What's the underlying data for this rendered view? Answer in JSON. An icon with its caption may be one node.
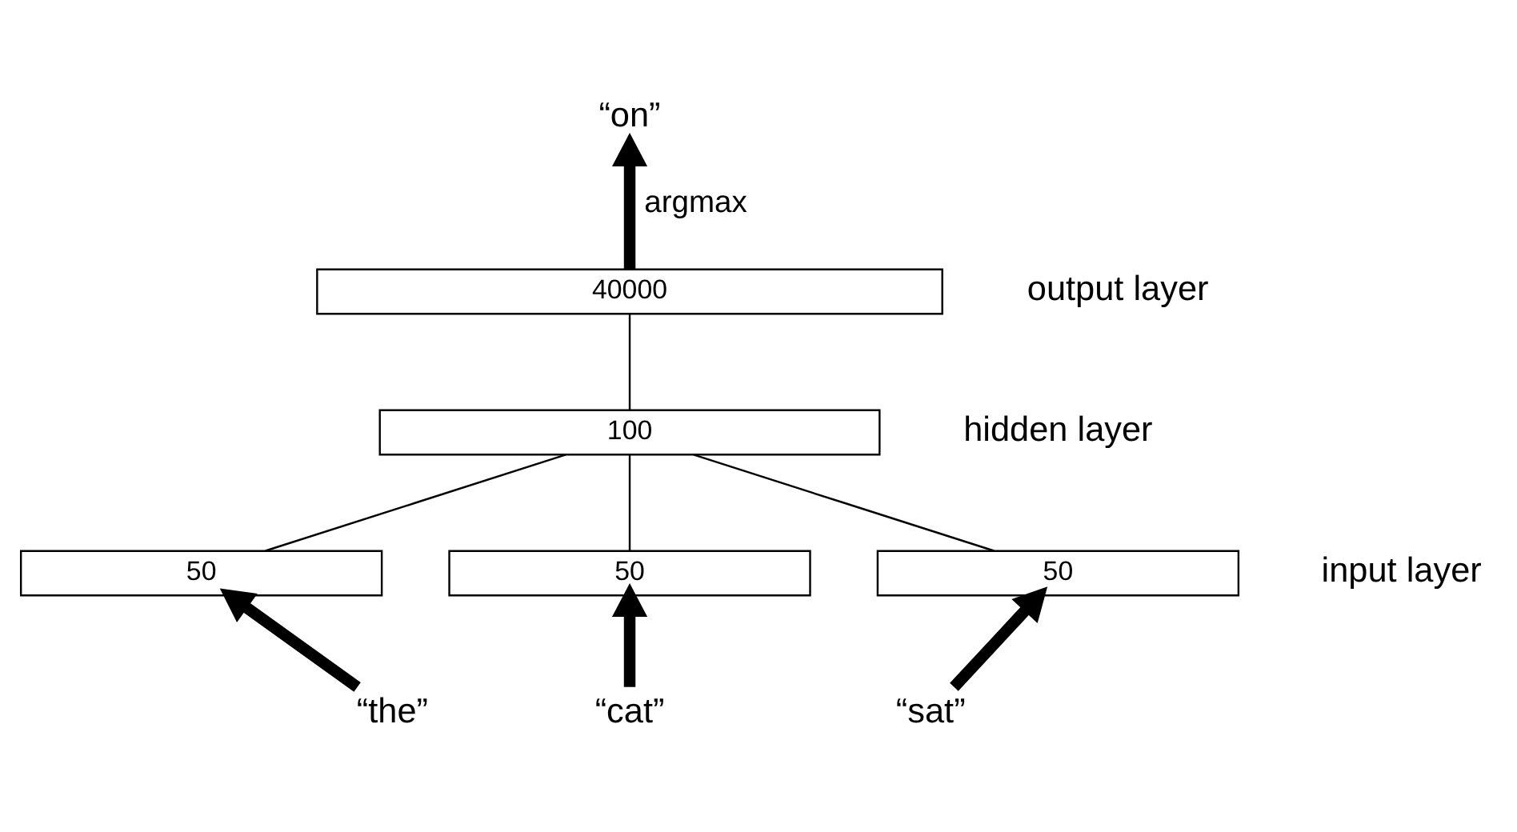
{
  "diagram": {
    "nodes": [
      {
        "text": [
          "“on”"
        ]
      },
      {
        "text": [
          "40000"
        ],
        "beside": [
          "output layer"
        ]
      },
      {
        "text": [
          "100"
        ],
        "beside": [
          "hidden layer"
        ]
      },
      {
        "text": [
          "50"
        ]
      },
      {
        "text": [
          "50"
        ]
      },
      {
        "text": [
          "50"
        ]
      },
      {
        "text": [
          "“the”"
        ]
      },
      {
        "text": [
          "“cat”"
        ]
      },
      {
        "text": [
          "“sat”"
        ]
      }
    ],
    "edges": [
      {
        "from": 1,
        "to": 0,
        "arrow": "to",
        "label": "argmax",
        "style": "thick"
      },
      {
        "from": 2,
        "to": 1,
        "arrow": "none"
      },
      {
        "from": 3,
        "to": 2,
        "arrow": "none"
      },
      {
        "from": 4,
        "to": 2,
        "arrow": "none"
      },
      {
        "from": 5,
        "to": 2,
        "arrow": "none"
      },
      {
        "from": 6,
        "to": 3,
        "arrow": "to",
        "style": "thick"
      },
      {
        "from": 7,
        "to": 4,
        "arrow": "to",
        "style": "thick"
      },
      {
        "from": 8,
        "to": 5,
        "arrow": "to",
        "style": "thick"
      }
    ],
    "labels": [
      "input layer"
    ]
  }
}
